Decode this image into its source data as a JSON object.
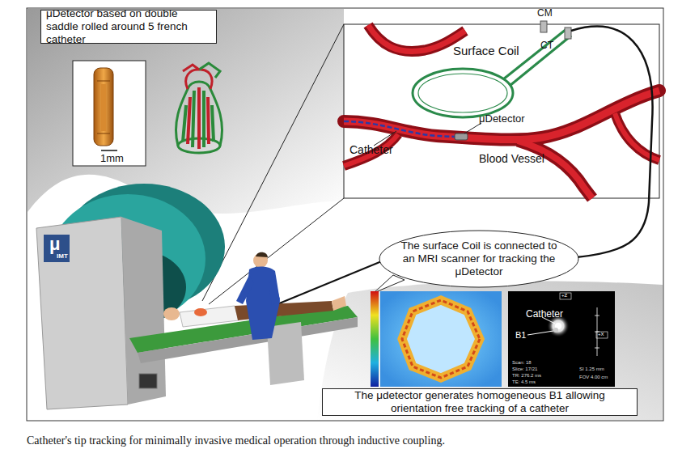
{
  "diagram": {
    "caption": "Catheter's tip tracking for minimally invasive medical operation through inductive coupling.",
    "nodes": [
      {
        "text": [
          "μDetector based on double saddle rolled around 5 french catheter"
        ]
      },
      {
        "text": [
          "The surface Coil is connected to an MRI scanner for tracking the μDetector"
        ]
      },
      {
        "text": [
          "The μdetector generates homogeneous B1 allowing orientation free tracking of a catheter"
        ]
      }
    ],
    "labels": [
      "1mm",
      "Surface Coil",
      "CM",
      "CT",
      "μDetector",
      "Catheter",
      "Blood Vessel",
      "μ",
      "IMT",
      "Catheter",
      "B1",
      "Scan: 18",
      "Slice: 17/21",
      "TR: 276.2 ms",
      "TE: 4.5 ms",
      "SI 1.25 mm",
      "FOV 4.00 cm",
      "+Z",
      "+X"
    ]
  }
}
